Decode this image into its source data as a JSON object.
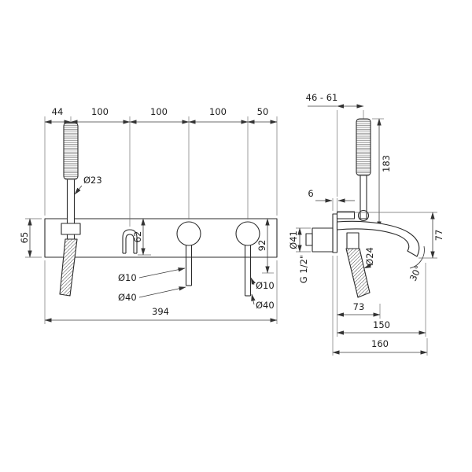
{
  "front": {
    "top_dims": [
      "44",
      "100",
      "100",
      "100",
      "50"
    ],
    "plate_height": "65",
    "shower_diameter": "Ø23",
    "handle1_length": "62",
    "handle2_length": "92",
    "stem1_diameter": "Ø10",
    "base1_diameter": "Ø40",
    "stem2_diameter": "Ø10",
    "base2_diameter": "Ø40",
    "total_width": "394"
  },
  "side": {
    "wall_distance_range": "46 - 61",
    "shower_length": "183",
    "plate_thickness": "6",
    "rosette_diameter": "Ø41",
    "connection_thread": "G 1/2\"",
    "handle_diameter": "Ø24",
    "spout_drop": "77",
    "spout_angle": "30°",
    "handle_projection": "73",
    "spout_projection": "150",
    "total_projection": "160"
  }
}
